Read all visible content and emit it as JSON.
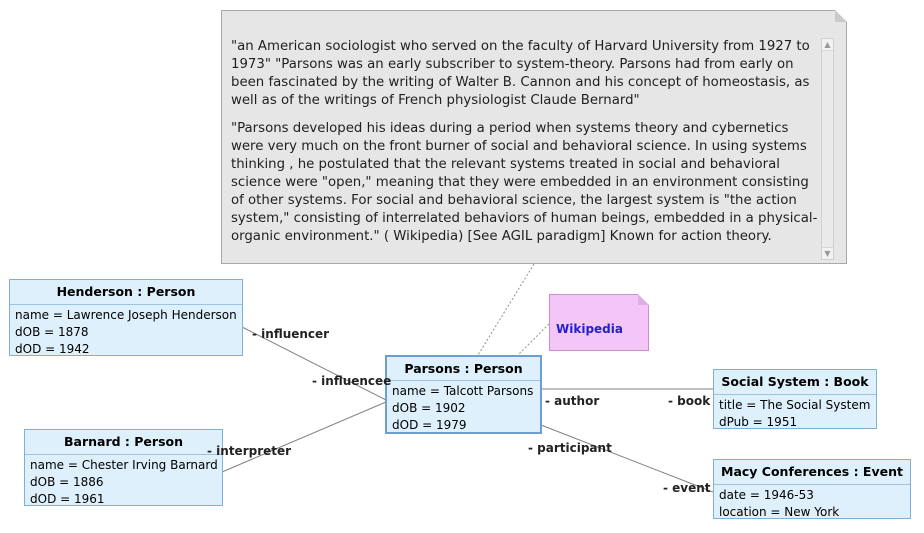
{
  "note": {
    "paragraph_1": "\"an American sociologist  who served on the faculty of Harvard University  from 1927 to 1973\" \"Parsons was an early subscriber to system-theory. Parsons had from early on been fascinated by the writing of Walter B. Cannon and his concept of homeostasis, as well as of the writings of French physiologist Claude Bernard\"",
    "paragraph_2": "\"Parsons developed his ideas during a period when systems theory and cybernetics were very much on the front burner of social and behavioral science. In using systems thinking , he postulated that the relevant systems treated in social and behavioral science were \"open,\" meaning that they were embedded in an environment consisting of other systems. For social and behavioral science, the largest system is \"the action system,\" consisting of interrelated behaviors of human beings, embedded in a physical-organic environment.\" ( Wikipedia) [See AGIL paradigm] Known for action theory."
  },
  "wiki_note": {
    "link": "Wikipedia"
  },
  "objects": {
    "henderson": {
      "title": "Henderson : Person",
      "attrs": [
        "name = Lawrence Joseph Henderson",
        "dOB = 1878",
        "dOD = 1942"
      ]
    },
    "barnard": {
      "title": "Barnard : Person",
      "attrs": [
        "name = Chester Irving Barnard",
        "dOB = 1886",
        "dOD = 1961"
      ]
    },
    "parsons": {
      "title": "Parsons : Person",
      "attrs": [
        "name = Talcott Parsons",
        "dOB = 1902",
        "dOD = 1979"
      ]
    },
    "social_system": {
      "title": "Social System : Book",
      "attrs": [
        "title = The Social System",
        "dPub = 1951"
      ]
    },
    "macy": {
      "title": "Macy Conferences : Event",
      "attrs": [
        "date = 1946-53",
        "location = New York"
      ]
    }
  },
  "roles": {
    "influencer": "- influencer",
    "influencee": "- influencee",
    "interpreter": "- interpreter",
    "author": "- author",
    "book": "- book",
    "participant": "- participant",
    "event": "- event"
  },
  "colors": {
    "object_fill": "#ddf0fb",
    "object_border": "#7fb0d5",
    "note_fill": "#e6e6e6",
    "wiki_note_fill": "#f4c6f8",
    "link_text": "#2222cc",
    "connector": "#808080"
  }
}
